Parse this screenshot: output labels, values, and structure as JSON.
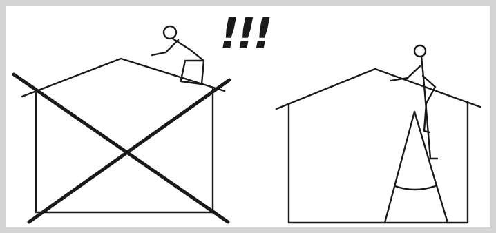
{
  "illustration": {
    "warning_mark": "!!!",
    "panels": [
      {
        "name": "incorrect",
        "status": "crossed-out"
      },
      {
        "name": "correct",
        "status": "approved"
      }
    ],
    "colors": {
      "ink": "#1a1a1a",
      "border": "#d4d4d4",
      "background": "#ffffff"
    }
  }
}
